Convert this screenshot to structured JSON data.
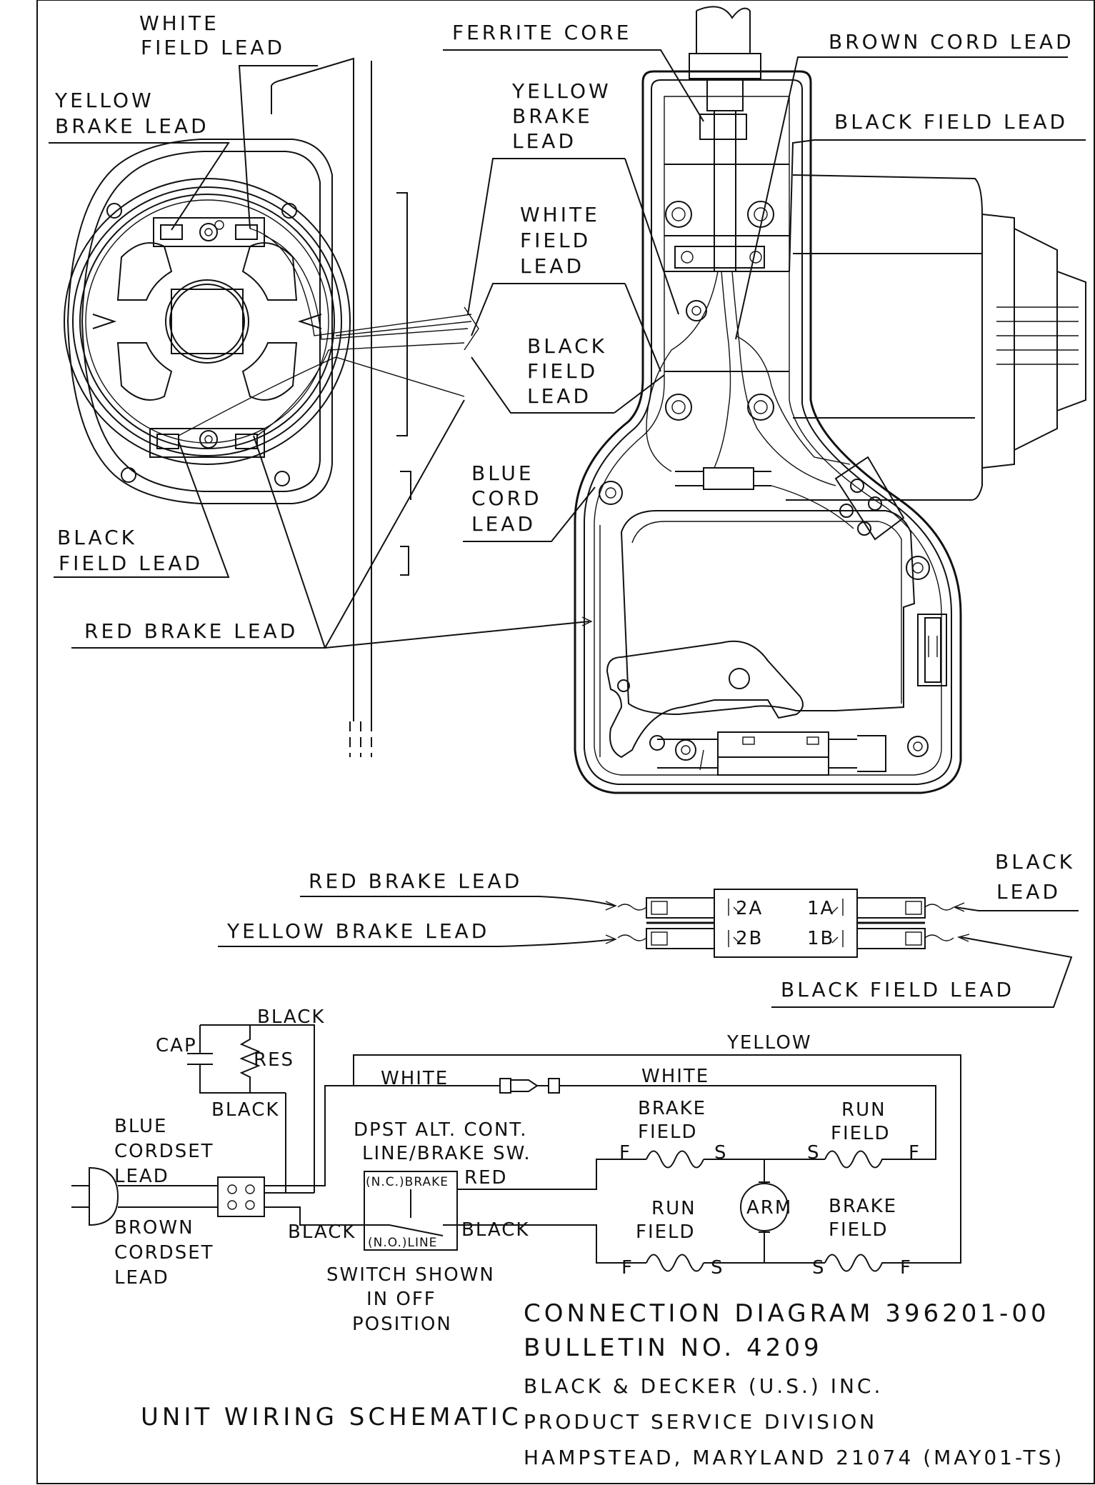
{
  "top_diagram": {
    "white_field_lead_left": [
      "WHITE",
      "FIELD LEAD"
    ],
    "yellow_brake_lead_left": [
      "YELLOW",
      "BRAKE LEAD"
    ],
    "black_field_lead_left": [
      "BLACK",
      "FIELD LEAD"
    ],
    "red_brake_lead": "RED BRAKE LEAD",
    "ferrite_core": "FERRITE CORE",
    "brown_cord_lead": "BROWN CORD LEAD",
    "black_field_lead_right": "BLACK FIELD LEAD",
    "yellow_brake_lead_mid": [
      "YELLOW",
      "BRAKE",
      "LEAD"
    ],
    "white_field_lead_mid": [
      "WHITE",
      "FIELD",
      "LEAD"
    ],
    "black_field_lead_mid": [
      "BLACK",
      "FIELD",
      "LEAD"
    ],
    "blue_cord_lead": [
      "BLUE",
      "CORD",
      "LEAD"
    ]
  },
  "switch_detail": {
    "red_brake_lead": "RED BRAKE LEAD",
    "yellow_brake_lead": "YELLOW BRAKE LEAD",
    "black_lead": [
      "BLACK",
      "LEAD"
    ],
    "black_field_lead": "BLACK FIELD LEAD",
    "terminals": [
      "2A",
      "2B",
      "1A",
      "1B"
    ]
  },
  "schematic": {
    "black_top": "BLACK",
    "cap": "CAP",
    "res": "RES",
    "black_bottom": "BLACK",
    "yellow": "YELLOW",
    "white_left": "WHITE",
    "white_right": "WHITE",
    "blue_cordset": [
      "BLUE",
      "CORDSET",
      "LEAD"
    ],
    "brown_cordset": [
      "BROWN",
      "CORDSET",
      "LEAD"
    ],
    "switch_name": [
      "DPST ALT. CONT.",
      "LINE/BRAKE SW."
    ],
    "nc_brake": "(N.C.)BRAKE",
    "no_line": "(N.O.)LINE",
    "red": "RED",
    "black_switch_left": "BLACK",
    "black_switch_right": "BLACK",
    "brake_field_top": [
      "BRAKE",
      "FIELD"
    ],
    "run_field_top": [
      "RUN",
      "FIELD"
    ],
    "run_field_bottom": [
      "RUN",
      "FIELD"
    ],
    "brake_field_bottom": [
      "BRAKE",
      "FIELD"
    ],
    "arm": "ARM",
    "terminal_f": "F",
    "terminal_s": "S",
    "switch_shown": [
      "SWITCH SHOWN",
      "IN OFF",
      "POSITION"
    ],
    "unit_wiring": "UNIT WIRING SCHEMATIC"
  },
  "footer": {
    "line1": "CONNECTION DIAGRAM 396201-00",
    "line2": "BULLETIN NO. 4209",
    "line3": "BLACK & DECKER (U.S.) INC.",
    "line4": "PRODUCT SERVICE DIVISION",
    "line5": "HAMPSTEAD, MARYLAND 21074 (MAY01-TS)"
  }
}
